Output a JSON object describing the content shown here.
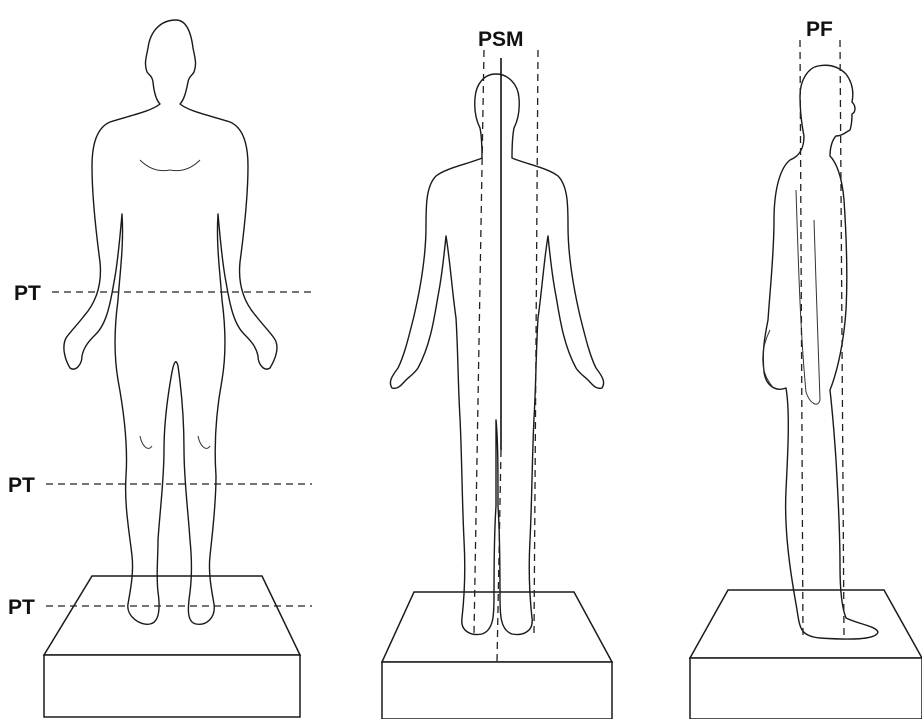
{
  "figures": [
    {
      "view": "anterior",
      "planes": [
        "PT",
        "PT",
        "PT"
      ]
    },
    {
      "view": "posterior",
      "planes": [
        "PSM"
      ]
    },
    {
      "view": "lateral",
      "planes": [
        "PF"
      ]
    }
  ],
  "colors": {
    "ink": "#1a1a1a",
    "background": "#ffffff"
  }
}
